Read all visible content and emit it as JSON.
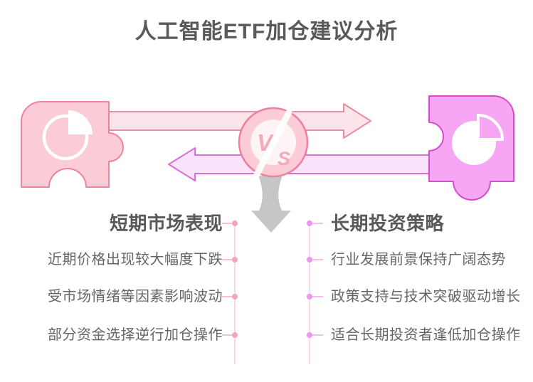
{
  "title": "人工智能ETF加仓建议分析",
  "versus": {
    "label": "VS",
    "v": "V",
    "s": "S"
  },
  "icons": {
    "left_puzzle": "puzzle-piece",
    "right_puzzle": "puzzle-piece",
    "left_pie": "pie-chart",
    "right_pie": "pie-chart",
    "top_arrow": "arrow-right",
    "bottom_arrow": "arrow-left",
    "center_arrow": "arrow-down",
    "vs_badge": "vs-slash-badge"
  },
  "colors": {
    "pink_fill": "#fbccd7",
    "pink_stroke": "#f0819f",
    "pink_arrow_fill": "#fce4ea",
    "purple_fill": "#f7a6f3",
    "purple_stroke": "#d14ecd",
    "purple_arrow_fill": "#fae3fb",
    "gray_arrow": "#c6c6c6",
    "title_text": "#595959",
    "item_text": "#666666"
  },
  "columns": {
    "left": {
      "title": "短期市场表现",
      "items": [
        "近期价格出现较大幅度下跌",
        "受市场情绪等因素影响波动",
        "部分资金选择逆行加仓操作"
      ]
    },
    "right": {
      "title": "长期投资策略",
      "items": [
        "行业发展前景保持广阔态势",
        "政策支持与技术突破驱动增长",
        "适合长期投资者逢低加仓操作"
      ]
    }
  }
}
